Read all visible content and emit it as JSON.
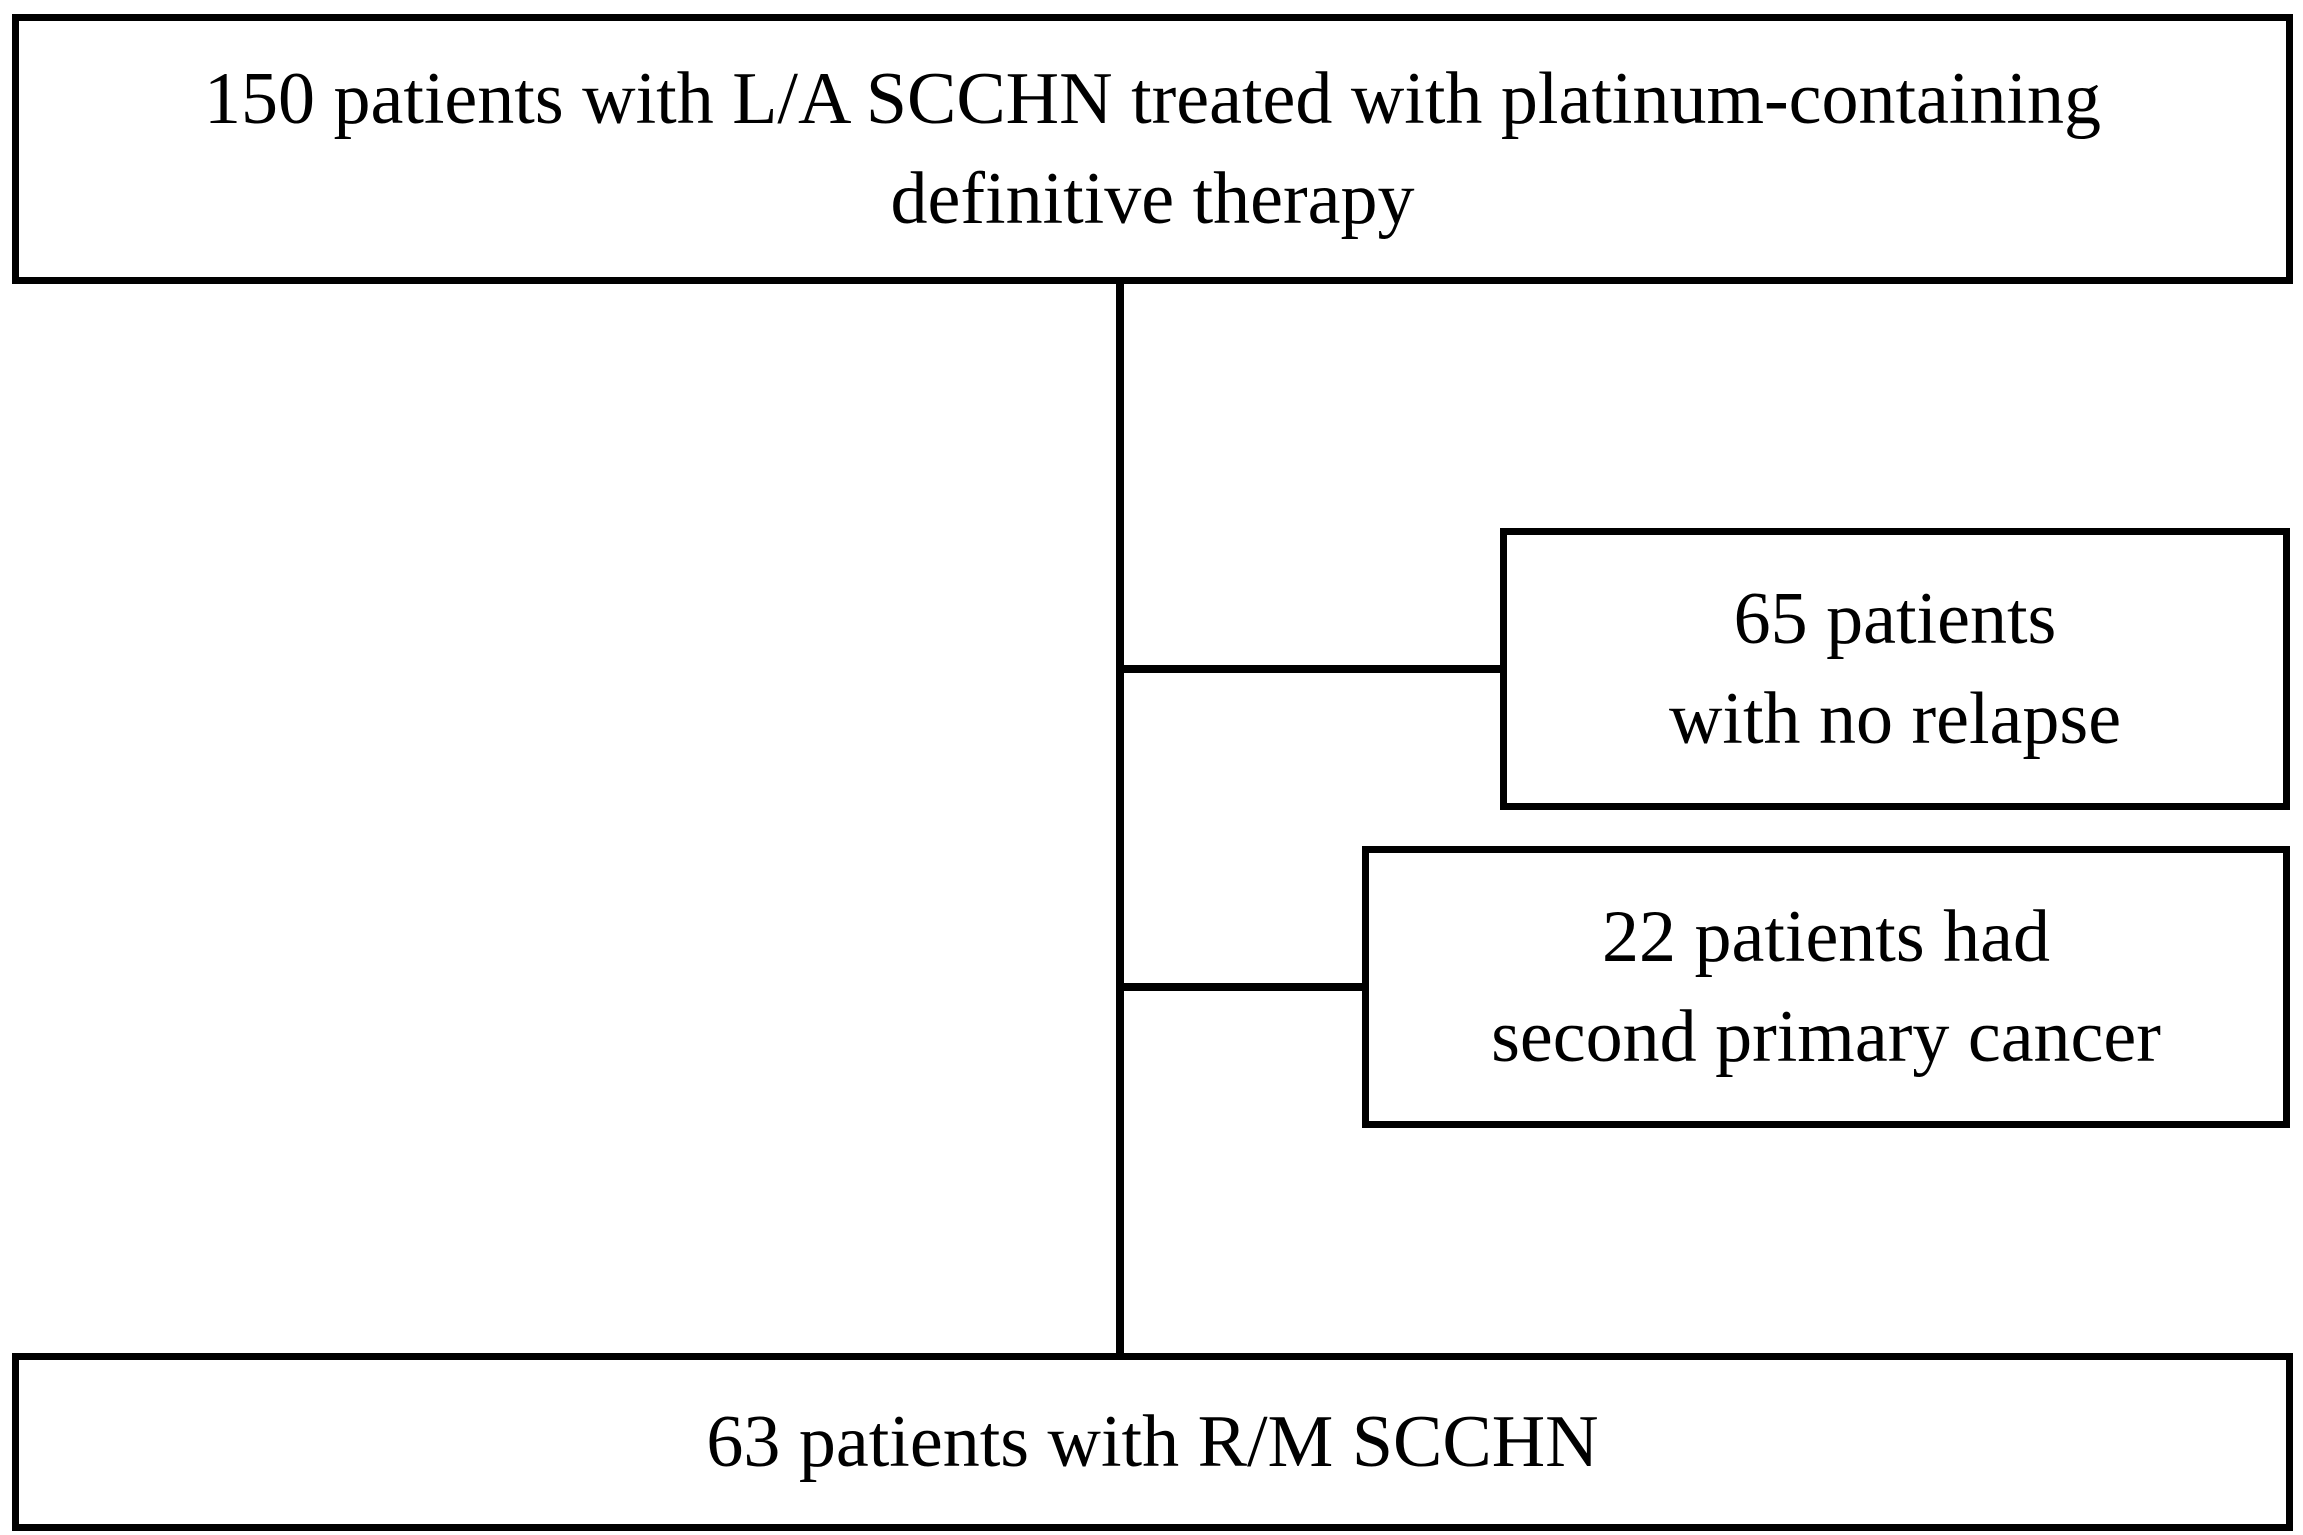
{
  "nodes": {
    "enrolled": {
      "lines": [
        "150 patients with L/A SCCHN treated with platinum-containing",
        "definitive therapy"
      ]
    },
    "no_relapse": {
      "lines": [
        "65 patients",
        "with no relapse"
      ]
    },
    "second_primary": {
      "lines": [
        "22 patients had",
        "second primary cancer"
      ]
    },
    "rm_scchn": {
      "lines": [
        "63 patients with R/M SCCHN"
      ]
    }
  },
  "edges": [
    {
      "from": "enrolled",
      "to": "rm_scchn"
    },
    {
      "from": "enrolled",
      "to": "no_relapse"
    },
    {
      "from": "enrolled",
      "to": "second_primary"
    }
  ],
  "colors": {
    "stroke": "#000000",
    "background": "#ffffff"
  }
}
